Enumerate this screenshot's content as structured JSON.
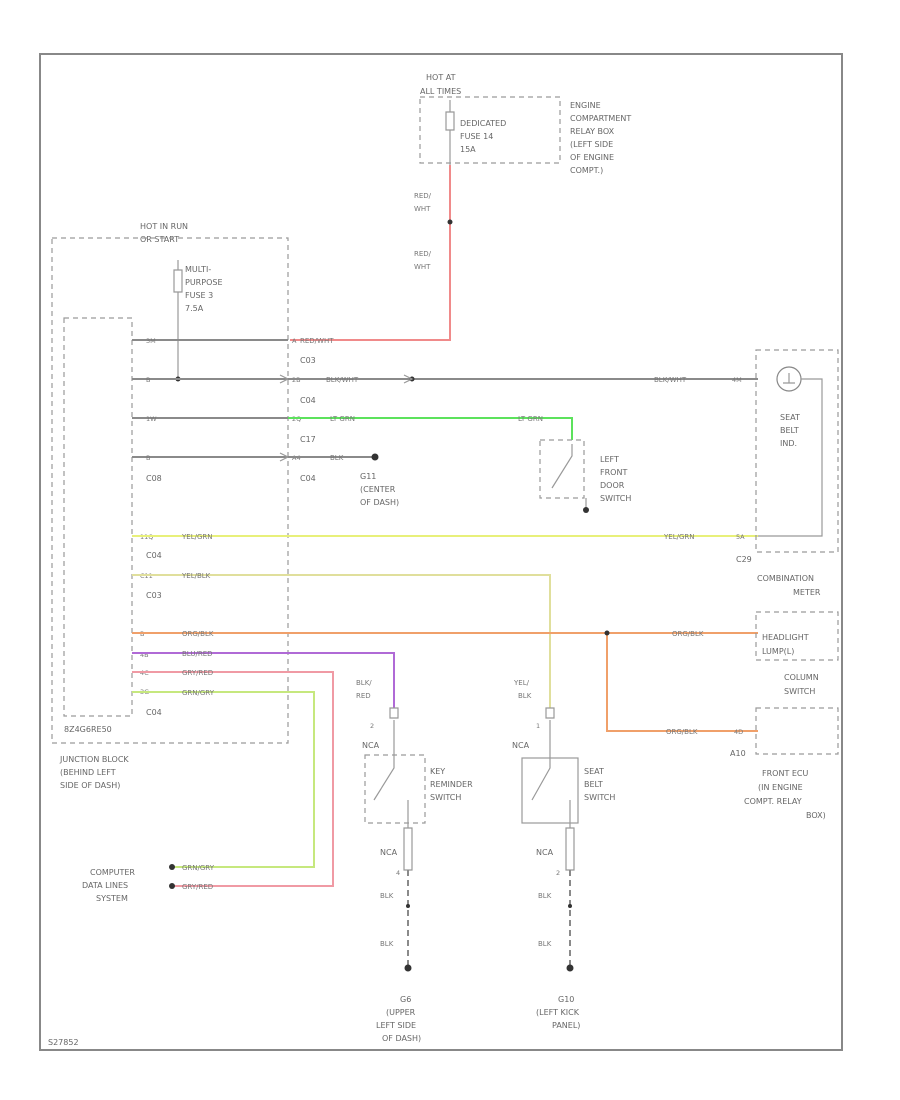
{
  "top_box": {
    "title": [
      "HOT AT",
      "ALL TIMES"
    ],
    "fuse": [
      "DEDICATED",
      "FUSE 14",
      "15A"
    ],
    "location": [
      "ENGINE",
      "COMPARTMENT",
      "RELAY BOX",
      "(LEFT SIDE",
      "OF ENGINE",
      "COMPT.)"
    ],
    "wire_upper": [
      "RED/",
      "WHT"
    ],
    "wire_lower": [
      "RED/",
      "WHT"
    ]
  },
  "junction_block": {
    "title": [
      "HOT IN RUN",
      "OR START"
    ],
    "fuse": [
      "MULTI-",
      "PURPOSE",
      "FUSE 3",
      "7.5A"
    ],
    "part_code": "8Z4G6RE50",
    "name": [
      "JUNCTION BLOCK",
      "(BEHIND LEFT",
      "SIDE OF DASH)"
    ],
    "left_pins": [
      "3M",
      "B",
      "1W",
      "B",
      "11Q",
      "C11",
      "B",
      "4B",
      "4C",
      "3G",
      "C04"
    ],
    "left_connectors": [
      "C08",
      "C04",
      "C03",
      "C04"
    ],
    "right_connectors": [
      "C03",
      "C04",
      "C17",
      "C04"
    ],
    "right_pins": [
      "A",
      "2B",
      "2Q",
      "A4"
    ]
  },
  "wires": {
    "red_wht": "RED/WHT",
    "blk_wht_left": "BLK/WHT",
    "blk_wht_right": "BLK/WHT",
    "lt_grn_left": "LT GRN",
    "lt_grn_right": "LT GRN",
    "blk": "BLK",
    "yel_grn_left": "YEL/GRN",
    "yel_grn_right": "YEL/GRN",
    "yel_blk": "YEL/BLK",
    "org_blk_left": "ORG/BLK",
    "org_blk_right": "ORG/BLK",
    "org_blk_ecu": "ORG/BLK",
    "blu_red": "BLU/RED",
    "gry_red": "GRY/RED",
    "grn_gry": "GRN/GRY"
  },
  "ground_g11": [
    "G11",
    "(CENTER",
    "OF DASH)"
  ],
  "door_switch": [
    "LEFT",
    "FRONT",
    "DOOR",
    "SWITCH"
  ],
  "combination_meter": {
    "indicator": [
      "SEAT",
      "BELT",
      "IND."
    ],
    "name": [
      "COMBINATION",
      "METER"
    ],
    "pin_top": "4M",
    "pin_mid": "5A",
    "conn": "C29"
  },
  "headlight_lamp": [
    "HEADLIGHT",
    "LUMP(L)"
  ],
  "column_switch": [
    "COLUMN",
    "SWITCH"
  ],
  "front_ecu": {
    "pin": "4D",
    "conn": "A10",
    "name": [
      "FRONT ECU",
      "(IN ENGINE",
      "COMPT. RELAY",
      "BOX)"
    ]
  },
  "computer_data": [
    "COMPUTER",
    "DATA LINES",
    "SYSTEM"
  ],
  "key_switch": {
    "wire_top": [
      "BLK/",
      "RED"
    ],
    "pin_top": "2",
    "conn_top": "NCA",
    "name": [
      "KEY",
      "REMINDER",
      "SWITCH"
    ],
    "conn_bottom": "NCA",
    "pin_bottom": "4",
    "wire_mid": "BLK",
    "wire_bottom": "BLK",
    "ground": [
      "G6",
      "(UPPER",
      "LEFT SIDE",
      "OF DASH)"
    ]
  },
  "seat_switch": {
    "wire_top": [
      "YEL/",
      "BLK"
    ],
    "pin_top": "1",
    "conn_top": "NCA",
    "name": [
      "SEAT",
      "BELT",
      "SWITCH"
    ],
    "conn_bottom": "NCA",
    "pin_bottom": "2",
    "wire_mid": "BLK",
    "wire_bottom": "BLK",
    "ground": [
      "G10",
      "(LEFT KICK",
      "PANEL)"
    ]
  },
  "footer_code": "S27852",
  "colors": {
    "red_wht": "#f08a8a",
    "lt_grn": "#5ce25c",
    "yel_grn": "#e8f07a",
    "yel_blk": "#e0df9c",
    "org_blk": "#f0a06a",
    "blu_red": "#b06ad6",
    "gry_red": "#f09aa4",
    "grn_gry": "#c6e87e",
    "frame": "#888888"
  }
}
